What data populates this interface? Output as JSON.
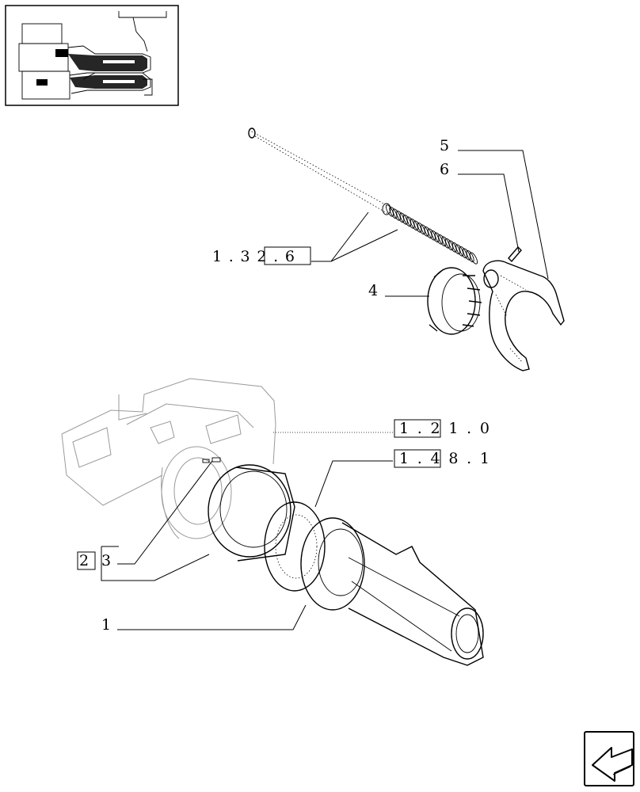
{
  "callouts": {
    "ref_shaft": "1 . 3 2 . 6",
    "ref_housing": "1 . 2 1 . 0",
    "ref_gear": "1 . 4 8 . 1",
    "item_5": "5",
    "item_6": "6",
    "item_4": "4",
    "item_2": "2",
    "item_3": "3",
    "item_1": "1"
  },
  "icons": {
    "thumbnail": "assembly-locator-thumbnail",
    "navigation": "previous-page-arrow-icon"
  }
}
